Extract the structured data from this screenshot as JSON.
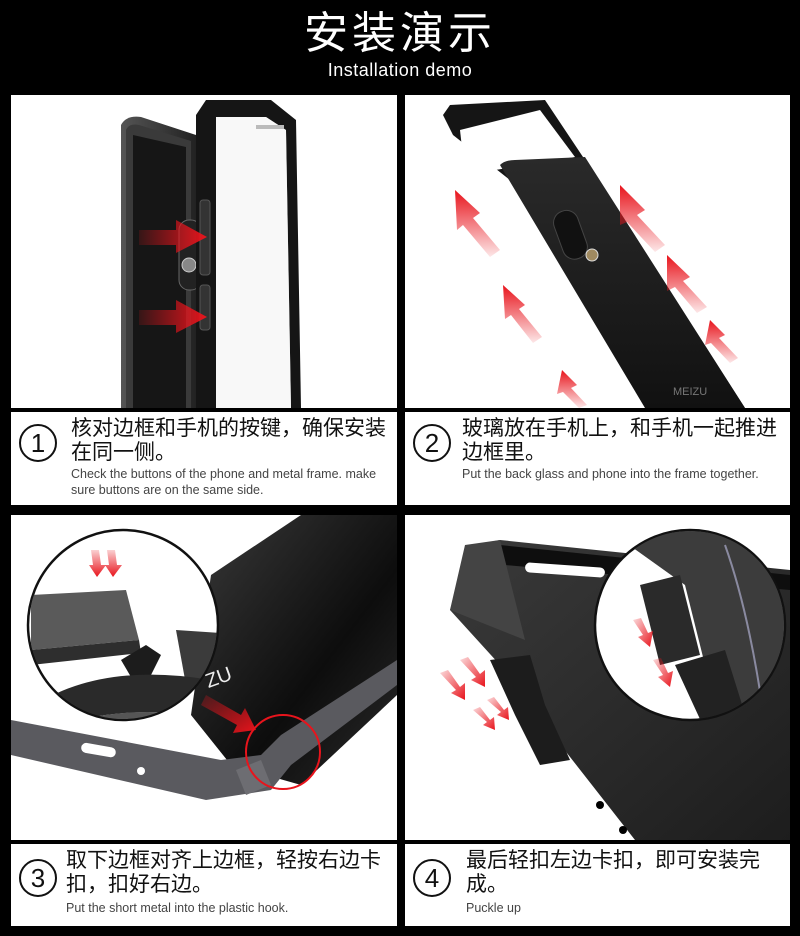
{
  "header": {
    "title_cn": "安装演示",
    "title_en": "Installation demo"
  },
  "colors": {
    "background": "#000000",
    "panel": "#ffffff",
    "arrow_red": "#e8141c",
    "frame_dark": "#1a1a1a"
  },
  "steps": [
    {
      "number": "1",
      "text_cn": "核对边框和手机的按键，确保安装在同一侧。",
      "text_en": "Check the buttons of the phone and metal frame. make sure buttons are on the same side.",
      "image": "phone-frame-side-buttons-alignment"
    },
    {
      "number": "2",
      "text_cn": "玻璃放在手机上，和手机一起推进边框里。",
      "text_en": "Put the back glass and phone into the frame together.",
      "image": "phone-pushed-into-frame",
      "brand_label": "MEIZU"
    },
    {
      "number": "3",
      "text_cn": "取下边框对齐上边框，轻按右边卡扣，扣好右边。",
      "text_en": "Put the short metal into the plastic hook.",
      "image": "frame-hook-closeup-right",
      "brand_label": "ZU"
    },
    {
      "number": "4",
      "text_cn": "最后轻扣左边卡扣，即可安装完成。",
      "text_en": "Puckle up",
      "image": "frame-hook-closeup-left"
    }
  ]
}
